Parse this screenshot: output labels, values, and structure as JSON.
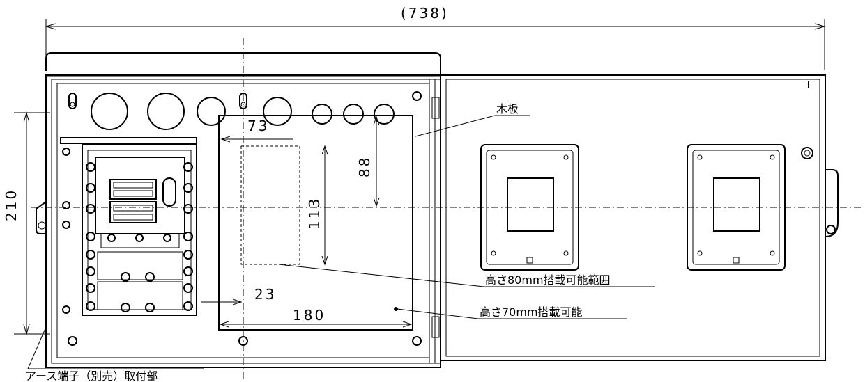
{
  "dimensions": {
    "overall_width": "(738)",
    "height": "210",
    "board_top_offset": "73",
    "board_height_mark": "88",
    "board_inner_height": "113",
    "side_offset": "23",
    "board_width": "180"
  },
  "labels": {
    "wood_board": "木板",
    "mount_80": "高さ80mm搭載可能範囲",
    "mount_70": "高さ70mm搭載可能",
    "ground_terminal": "アース端子（別売）取付部"
  }
}
